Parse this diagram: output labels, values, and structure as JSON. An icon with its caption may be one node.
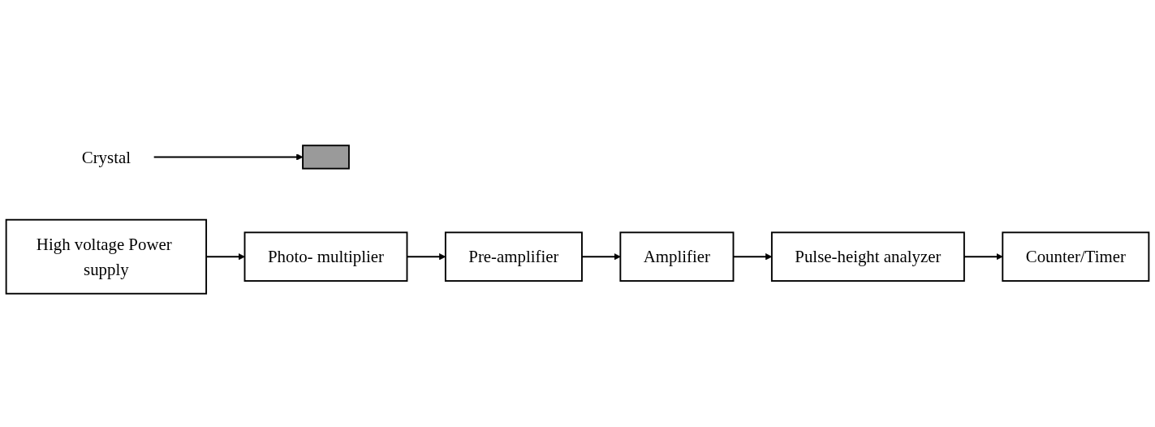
{
  "diagram": {
    "nodes": [
      {
        "text": [
          "Crystal"
        ]
      },
      {
        "text": [],
        "shape": "box"
      },
      {
        "text": [
          "Photo- multiplier"
        ]
      },
      {
        "text": [
          "Pre-amplifier"
        ]
      },
      {
        "text": [
          "Amplifier"
        ]
      },
      {
        "text": [
          "Pulse-height analyzer"
        ]
      },
      {
        "text": [
          "High voltage Power supply"
        ]
      },
      {
        "text": [
          "Counter/Timer"
        ]
      }
    ],
    "edges": [
      {
        "from": 0,
        "to": 1,
        "arrow": "to"
      },
      {
        "from": 2,
        "to": 3,
        "arrow": "to"
      },
      {
        "from": 3,
        "to": 4,
        "arrow": "to"
      },
      {
        "from": 4,
        "to": 5,
        "arrow": "to"
      },
      {
        "from": 6,
        "to": 2,
        "arrow": "to"
      },
      {
        "from": 5,
        "to": 7,
        "arrow": "to"
      }
    ]
  }
}
